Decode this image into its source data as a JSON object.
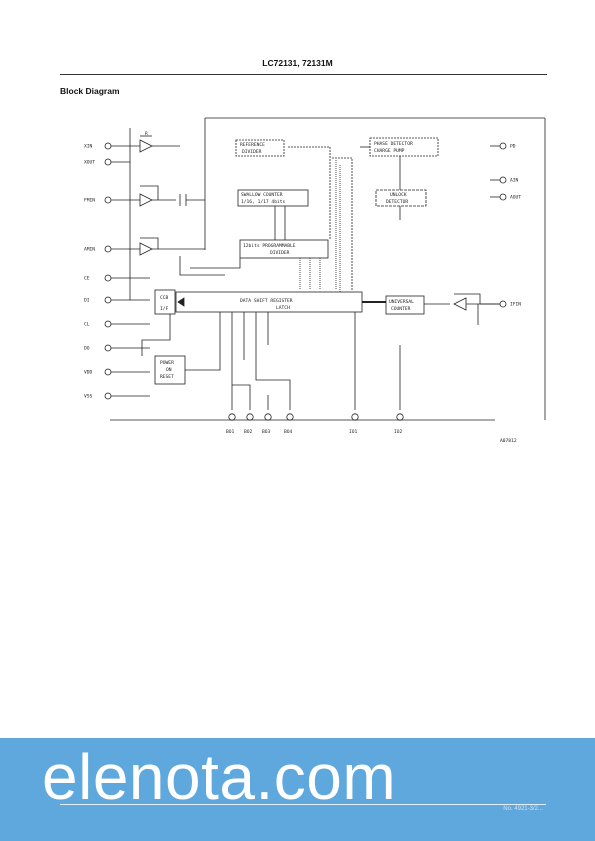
{
  "header": {
    "title": "LC72131, 72131M"
  },
  "section": {
    "title": "Block Diagram"
  },
  "diagram": {
    "blocks": {
      "reference_divider": [
        "REFERENCE",
        "DIVIDER"
      ],
      "phase_detector": [
        "PHASE DETECTOR",
        "CHARGE PUMP"
      ],
      "swallow_counter": [
        "SWALLOW COUNTER",
        "1/16, 1/17 4bits"
      ],
      "unlock_detector": [
        "UNLOCK",
        "DETECTOR"
      ],
      "programmable_divider": [
        "12bits PROGRAMMABLE",
        "DIVIDER"
      ],
      "ccb_interface": [
        "CCB",
        "I/F"
      ],
      "shift_register": [
        "DATA SHIFT REGISTER",
        "LATCH"
      ],
      "universal_counter": [
        "UNIVERSAL",
        "COUNTER"
      ],
      "power_on_reset": [
        "POWER",
        "ON",
        "RESET"
      ]
    },
    "pins_left": [
      "XIN",
      "XOUT",
      "FMIN",
      "AMIN",
      "CE",
      "DI",
      "CL",
      "DO",
      "VDD",
      "VSS"
    ],
    "pins_right": [
      "PD",
      "AIN",
      "AOUT",
      "IFIN"
    ],
    "pins_bottom": [
      "BO1",
      "BO2",
      "BO3",
      "BO4",
      "IO1",
      "IO2"
    ],
    "figure_code": "A07812"
  },
  "watermark": {
    "text": "elenota.com"
  },
  "footer": {
    "code": "No. 4921-3/2..."
  }
}
